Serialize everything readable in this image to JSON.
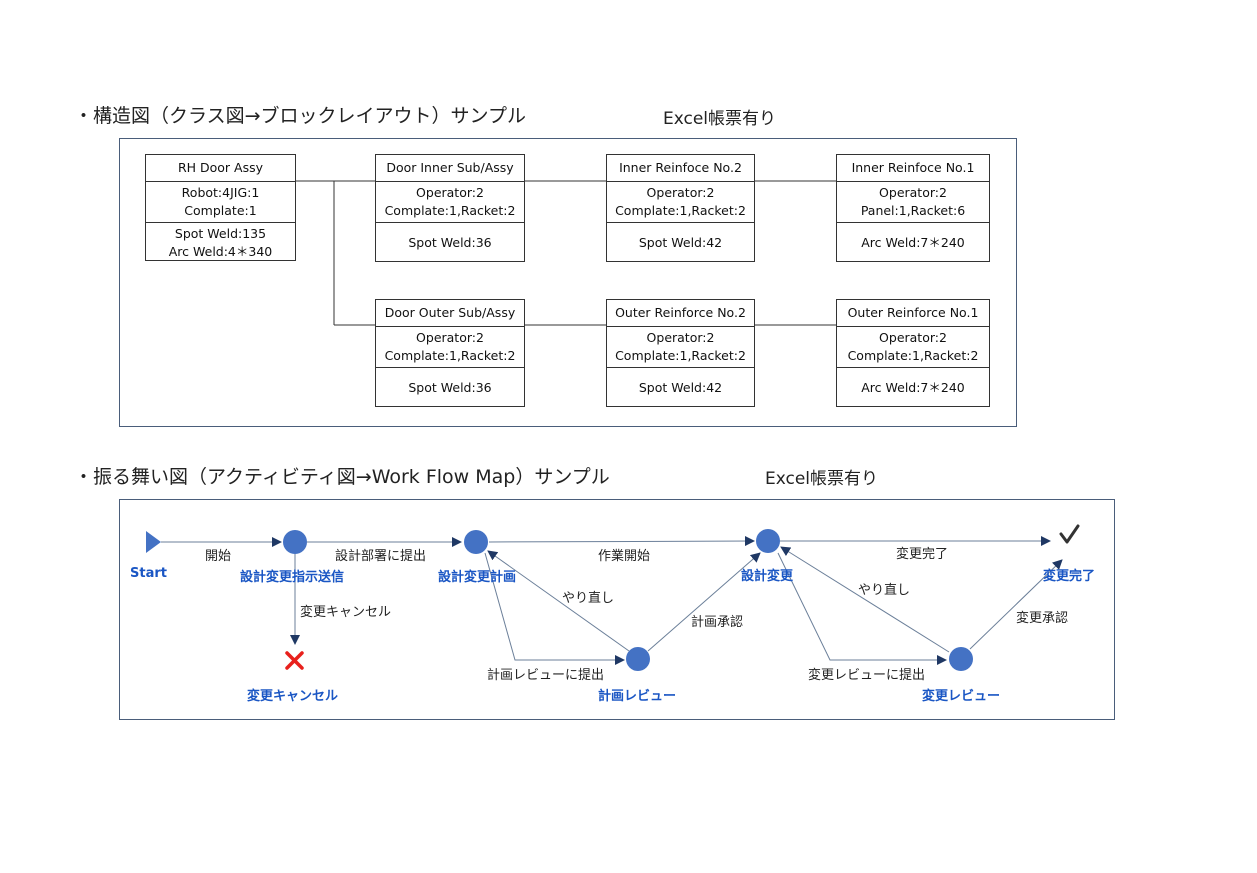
{
  "section1": {
    "title": "・構造図（クラス図→ブロックレイアウト）サンプル",
    "note": "Excel帳票有り",
    "blocks": [
      {
        "header": "RH Door Assy",
        "lines1": [
          "Robot:4JIG:1",
          "Complate:1"
        ],
        "lines2": [
          "Spot Weld:135",
          "Arc Weld:4＊340"
        ]
      },
      {
        "header": "Door Inner Sub/Assy",
        "lines1": [
          "Operator:2",
          "Complate:1,Racket:2"
        ],
        "lines2": [
          "Spot Weld:36"
        ]
      },
      {
        "header": "Inner Reinfoce No.2",
        "lines1": [
          "Operator:2",
          "Complate:1,Racket:2"
        ],
        "lines2": [
          "Spot Weld:42"
        ]
      },
      {
        "header": "Inner Reinfoce No.1",
        "lines1": [
          "Operator:2",
          "Panel:1,Racket:6"
        ],
        "lines2": [
          "Arc Weld:7＊240"
        ]
      },
      {
        "header": "Door Outer Sub/Assy",
        "lines1": [
          "Operator:2",
          "Complate:1,Racket:2"
        ],
        "lines2": [
          "Spot Weld:36"
        ]
      },
      {
        "header": "Outer Reinforce No.2",
        "lines1": [
          "Operator:2",
          "Complate:1,Racket:2"
        ],
        "lines2": [
          "Spot Weld:42"
        ]
      },
      {
        "header": "Outer Reinforce No.1",
        "lines1": [
          "Operator:2",
          "Complate:1,Racket:2"
        ],
        "lines2": [
          "Arc Weld:7＊240"
        ]
      }
    ]
  },
  "section2": {
    "title": "・振る舞い図（アクティビティ図→Work Flow Map）サンプル",
    "note": "Excel帳票有り",
    "nodes": {
      "start": "Start",
      "instruct": "設計変更指示送信",
      "plan": "設計変更計画",
      "design": "設計変更",
      "done": "変更完了",
      "cancel": "変更キャンセル",
      "plan_review": "計画レビュー",
      "change_review": "変更レビュー"
    },
    "edges": {
      "begin": "開始",
      "submit_dept": "設計部署に提出",
      "work_start": "作業開始",
      "change_done": "変更完了",
      "cancel": "変更キャンセル",
      "redo1": "やり直し",
      "plan_approve": "計画承認",
      "plan_review_submit": "計画レビューに提出",
      "redo2": "やり直し",
      "change_approve": "変更承認",
      "change_review_submit": "変更レビューに提出"
    },
    "colors": {
      "node": "#4472c4",
      "label": "#1a56c4",
      "cancel": "#e8201c",
      "arrow": "#1f3864"
    }
  }
}
